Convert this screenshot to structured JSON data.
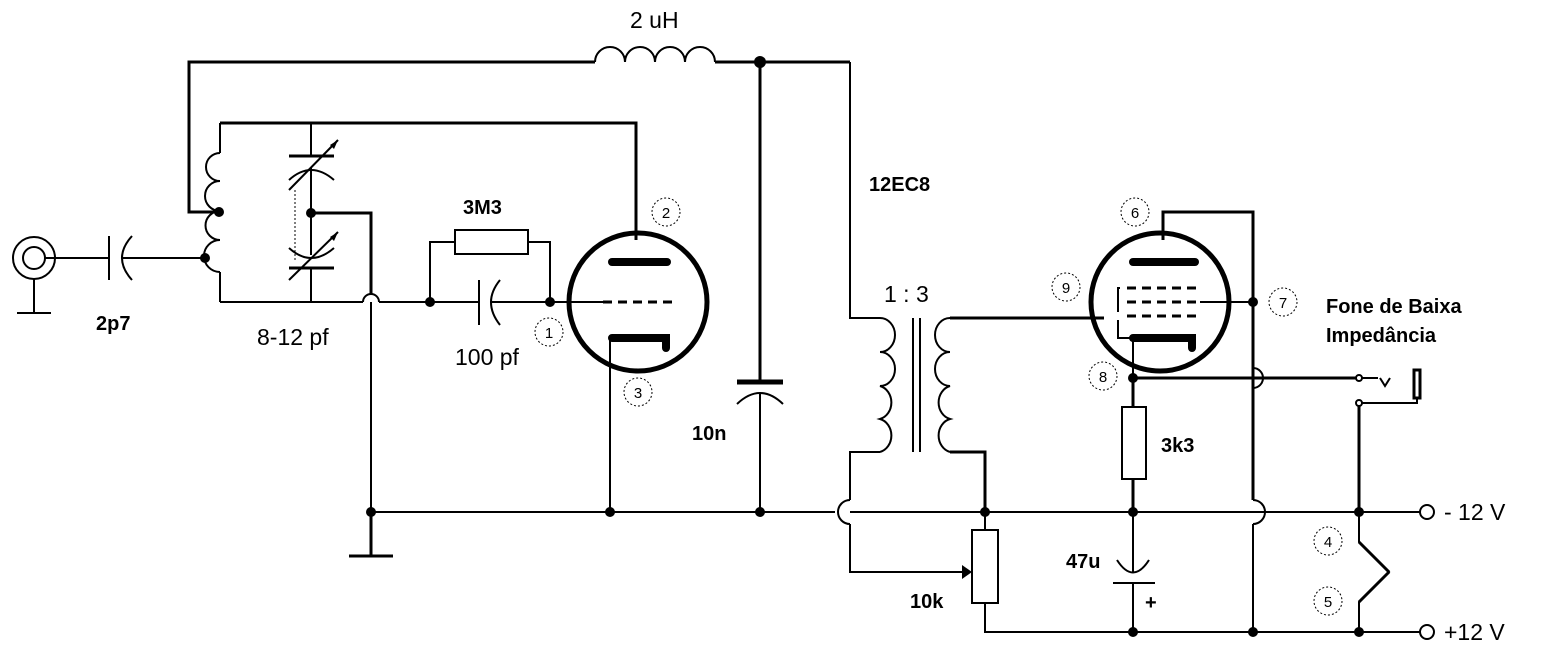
{
  "title": "12EC8 regenerative receiver schematic",
  "components": {
    "rf_choke": {
      "label": "2 uH",
      "type": "inductor"
    },
    "coupling_cap": {
      "label": "2p7",
      "type": "capacitor"
    },
    "tuning_cap": {
      "label": "8-12 pf",
      "type": "variable-capacitor-dual"
    },
    "grid_leak_resistor": {
      "label": "3M3",
      "type": "resistor"
    },
    "grid_cap": {
      "label": "100 pf",
      "type": "capacitor"
    },
    "bypass_cap": {
      "label": "10n",
      "type": "capacitor"
    },
    "tube": {
      "label": "12EC8",
      "type": "triode-pentode"
    },
    "transformer": {
      "label": "1 : 3",
      "type": "transformer"
    },
    "cathode_resistor": {
      "label": "3k3",
      "type": "resistor"
    },
    "electrolytic_cap": {
      "label": "47u",
      "polarity": "+",
      "type": "electrolytic-capacitor"
    },
    "potentiometer": {
      "label": "10k",
      "type": "potentiometer"
    },
    "headphone": {
      "label_line1": "Fone de Baixa",
      "label_line2": "Impedância",
      "type": "jack"
    }
  },
  "pins": [
    "1",
    "2",
    "3",
    "4",
    "5",
    "6",
    "7",
    "8",
    "9"
  ],
  "supply": {
    "negative": "- 12 V",
    "positive": "+12 V"
  }
}
